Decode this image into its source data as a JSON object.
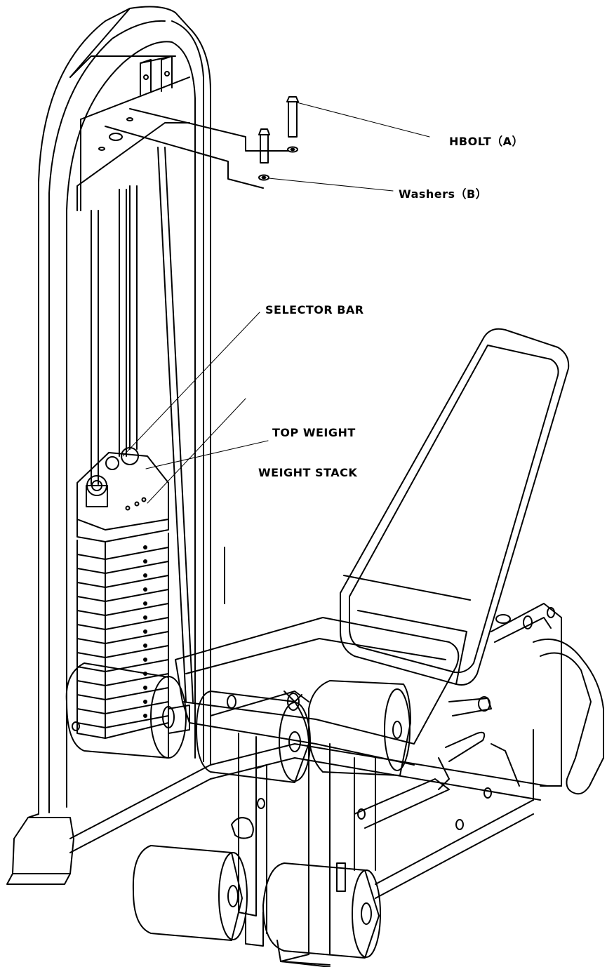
{
  "labels": {
    "hbolt": "HBOLT（A）",
    "washers": "Washers（B）",
    "selector_bar": "SELECTOR BAR",
    "top_weight": "TOP WEIGHT",
    "weight_stack": "WEIGHT STACK"
  },
  "colors": {
    "line": "#000000",
    "fill": "#ffffff",
    "shade": "#1a1a1a"
  }
}
